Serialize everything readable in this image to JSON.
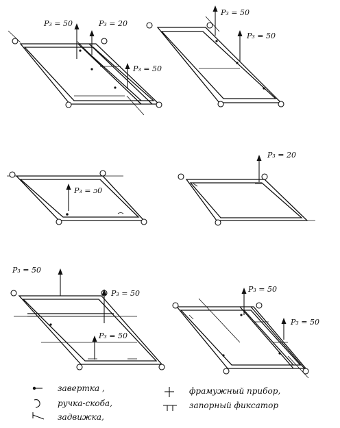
{
  "diagram": {
    "labels": {
      "d1_a": "P₃ = 50",
      "d1_b": "P₃ = 20",
      "d1_c": "P₃ = 50",
      "d2_a": "P₃ = 50",
      "d2_b": "P₃ = 50",
      "d3_a": "P₃ = ɔ0",
      "d4_a": "P₃ = 20",
      "d5_a": "P₃ = 50",
      "d5_b": "P₃ = 50",
      "d5_c": "P₃ = 50",
      "d6_a": "P₃ = 50",
      "d6_b": "P₃ = 50"
    }
  },
  "legend": {
    "items": [
      {
        "symbol": "dot",
        "text": "завертка ,"
      },
      {
        "symbol": "handle",
        "text": "ручка-скоба,"
      },
      {
        "symbol": "bolt",
        "text": "задвижка,"
      },
      {
        "symbol": "transom",
        "text": "фрамужный прибор,"
      },
      {
        "symbol": "lock",
        "text": "запорный фиксатор"
      }
    ]
  }
}
